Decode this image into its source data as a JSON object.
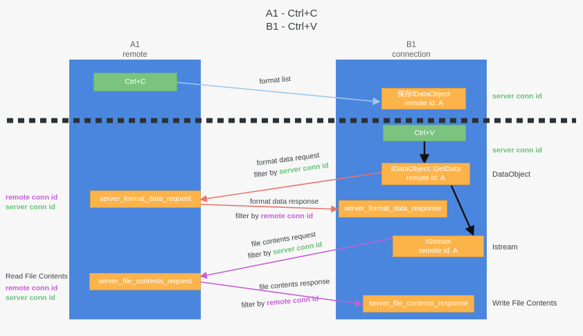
{
  "title": {
    "line1": "A1 - Ctrl+C",
    "line2": "B1 - Ctrl+V"
  },
  "colors": {
    "lane": "#4a86de",
    "green_box": "#7ac47f",
    "orange_box": "#fbb34a",
    "server_conn_id": "#69c178",
    "remote_conn_id": "#c45fd6",
    "arrow_blue": "#9fc8ee",
    "arrow_red": "#e8736a",
    "arrow_purple": "#c45fd6",
    "arrow_black": "#000000",
    "background": "#f7f7f7"
  },
  "columns": [
    {
      "name": "A1",
      "subtitle": "remote"
    },
    {
      "name": "B1",
      "subtitle": "connection"
    }
  ],
  "nodes": {
    "ctrl_c": {
      "label": "Ctrl+C",
      "style": "green"
    },
    "save_idataobject": {
      "line1": "保存IDataObject",
      "line2": "remote id: A",
      "style": "orange"
    },
    "ctrl_v": {
      "label": "Ctrl+V",
      "style": "green"
    },
    "getdata": {
      "line1": "IDataObject::GetData",
      "line2": "remote id: A",
      "style": "orange"
    },
    "format_data_request": {
      "label": "server_format_data_request",
      "style": "orange"
    },
    "format_data_response": {
      "label": "server_format_data_response",
      "style": "orange"
    },
    "istream": {
      "line1": "IStream",
      "line2": "remote id: A",
      "style": "orange"
    },
    "file_contents_request": {
      "label": "server_file_contents_request",
      "style": "orange"
    },
    "file_contents_response": {
      "label": "server_file_contents_response",
      "style": "orange"
    }
  },
  "annotations": {
    "format_list": "format list",
    "format_data_request": "format data request",
    "format_data_request_filter_prefix": "filter by ",
    "format_data_request_filter_value": "server conn id",
    "format_data_response": "format data response",
    "format_data_response_filter_prefix": "filter by ",
    "format_data_response_filter_value": "remote conn id",
    "file_contents_request": "file contents request",
    "file_contents_request_filter_prefix": "filter by ",
    "file_contents_request_filter_value": "server conn id",
    "file_contents_response": "file contents response",
    "file_contents_response_filter_prefix": "filter by ",
    "file_contents_response_filter_value": "remote conn id"
  },
  "side_labels": {
    "left_mid_remote": "remote conn id",
    "left_mid_server": "server conn id",
    "read_file_contents": "Read File Contents",
    "left_bottom_remote": "remote conn id",
    "left_bottom_server": "server conn id"
  },
  "right_labels": {
    "server_conn_id_top": "server conn id",
    "server_conn_id_second": "server conn id",
    "dataobject": "DataObject",
    "istream": "Istream",
    "write_file_contents": "Write File Contents"
  }
}
